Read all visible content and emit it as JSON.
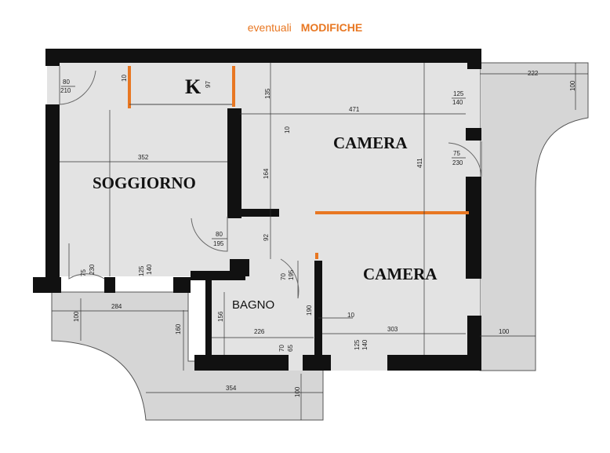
{
  "header": {
    "word1": "eventuali",
    "word2": "MODIFICHE"
  },
  "rooms": {
    "soggiorno": "SOGGIORNO",
    "k": "K",
    "camera1": "CAMERA",
    "camera2": "CAMERA",
    "bagno": "BAGNO"
  },
  "dims": {
    "door1_w": "80",
    "door1_h": "210",
    "k_10": "10",
    "k_97": "97",
    "d135": "135",
    "d471": "471",
    "win1_w": "125",
    "win1_h": "140",
    "d222": "222",
    "d100_balc_r": "100",
    "d10_cam": "10",
    "d164": "164",
    "door2_w": "75",
    "door2_h": "230",
    "d352": "352",
    "d411": "411",
    "door3_w": "80",
    "door3_h": "195",
    "d92": "92",
    "door4_w": "70",
    "door4_h": "195",
    "door5_w": "75",
    "door5_h": "230",
    "win2_w": "125",
    "win2_h": "140",
    "d284": "284",
    "d100_balc_l": "100",
    "d160": "160",
    "d156": "156",
    "d190": "190",
    "d10_b": "10",
    "d226": "226",
    "d303": "303",
    "d100_right": "100",
    "door6_w": "70",
    "door6_h": "65",
    "win3_w": "125",
    "win3_h": "140",
    "d354": "354",
    "d100_bottom": "100"
  },
  "colors": {
    "wall": "#111111",
    "floor": "#e3e3e3",
    "balcony": "#d6d6d6",
    "accent": "#e87722",
    "dim_line": "#333333"
  }
}
